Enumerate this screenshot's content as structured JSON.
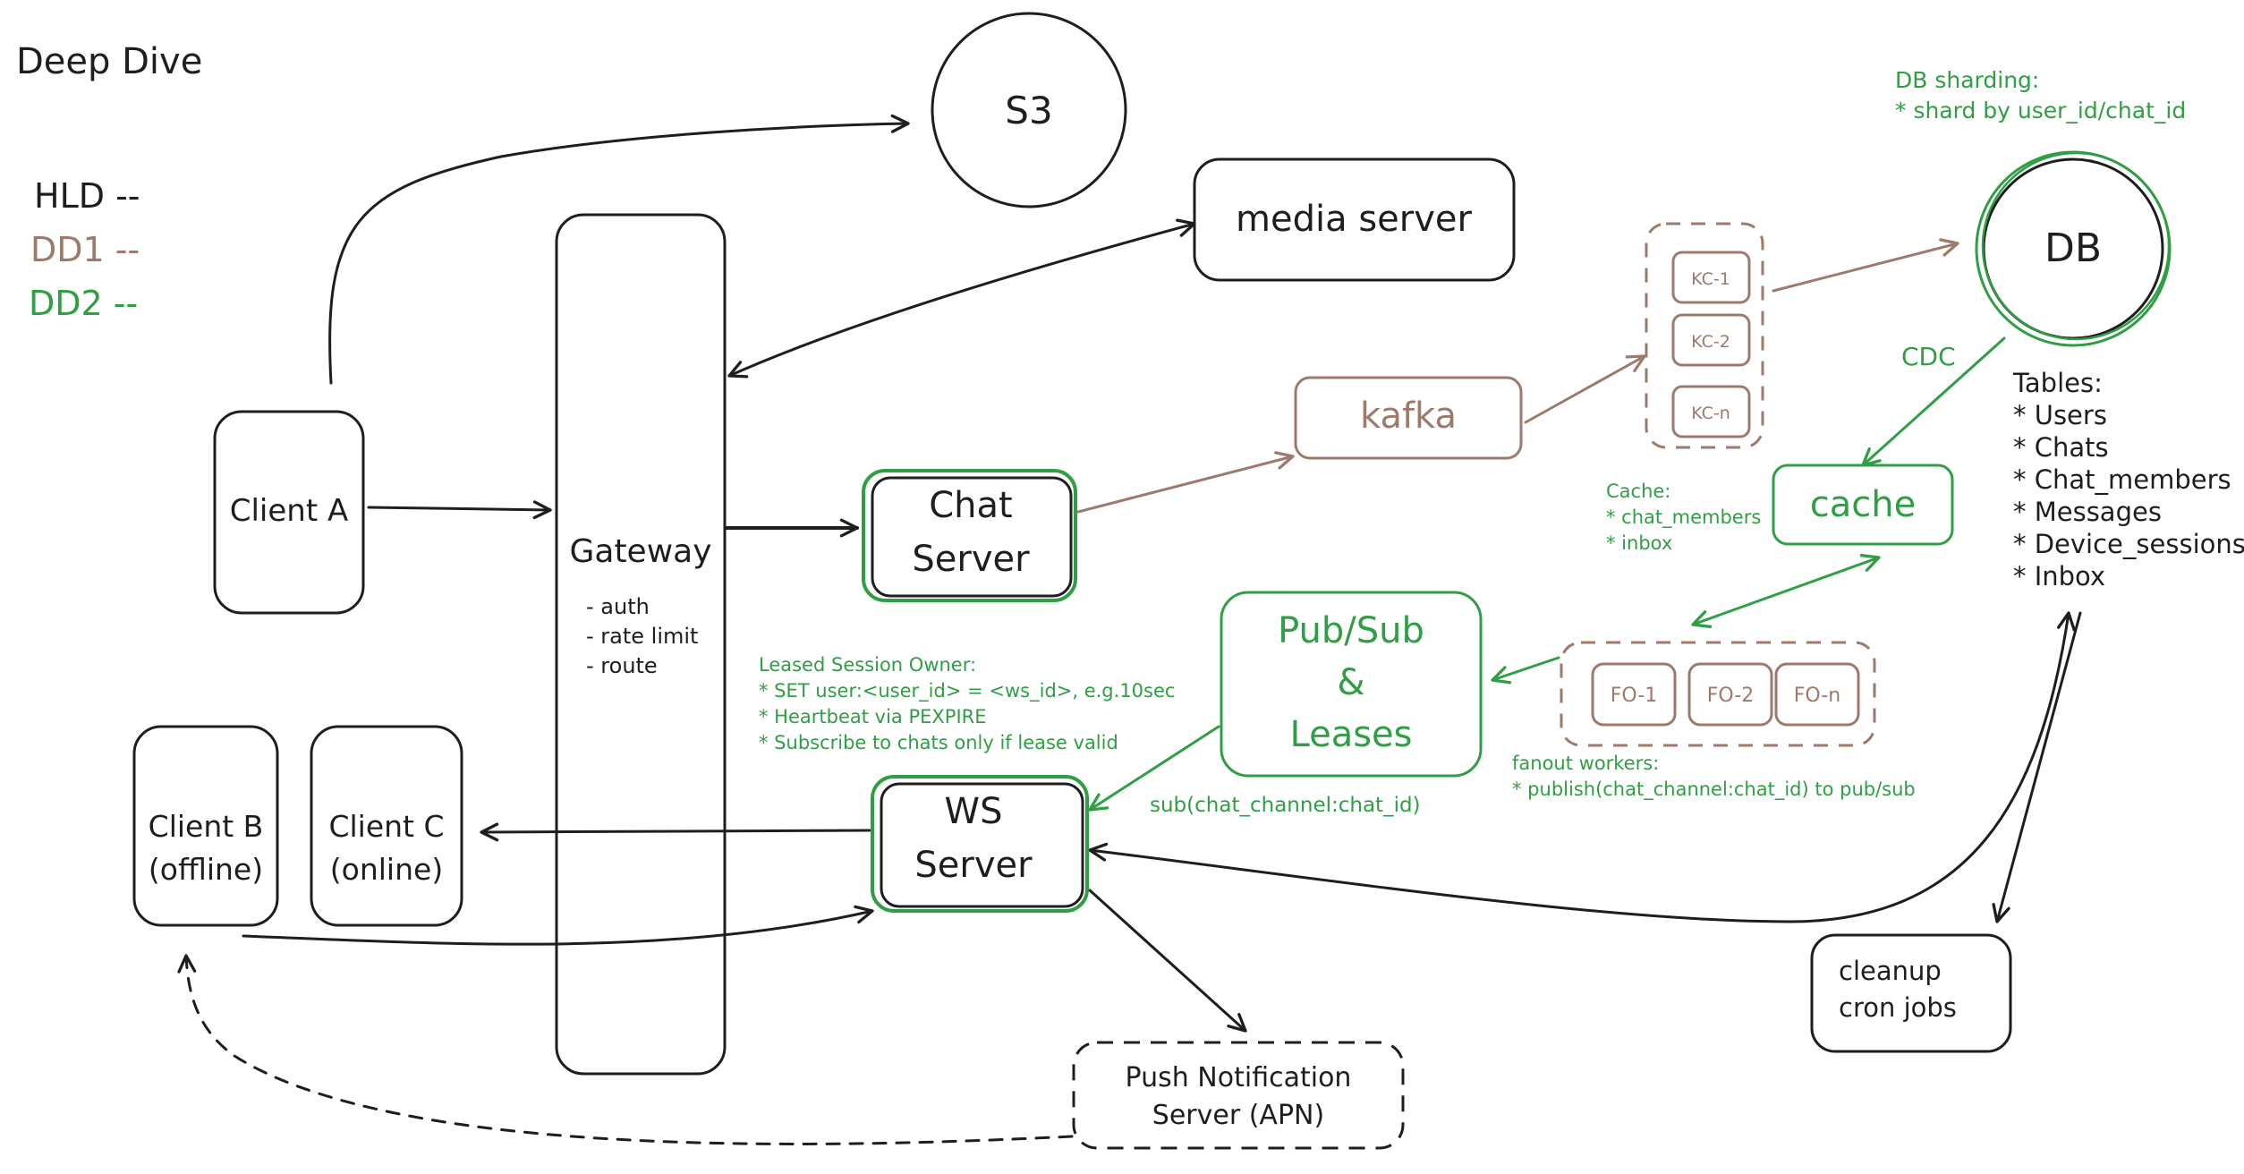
{
  "title": "Deep Dive",
  "legend": [
    {
      "label": "HLD --",
      "color": "#1e1e1e"
    },
    {
      "label": "DD1 --",
      "color": "#9c7a6c"
    },
    {
      "label": "DD2 --",
      "color": "#2f9e44"
    }
  ],
  "colors": {
    "hld": "#1e1e1e",
    "dd1": "#9c7a6c",
    "dd2": "#2f9e44"
  },
  "nodes": {
    "s3": "S3",
    "media_server": "media server",
    "gateway": "Gateway",
    "gateway_notes": [
      "- auth",
      "- rate limit",
      "- route"
    ],
    "client_a": "Client A",
    "client_b": [
      "Client B",
      "(offline)"
    ],
    "client_c": [
      "Client C",
      "(online)"
    ],
    "chat_server": [
      "Chat",
      "Server"
    ],
    "ws_server": [
      "WS",
      "Server"
    ],
    "kafka": "kafka",
    "kafka_consumers": [
      "KC-1",
      "KC-2",
      "KC-n"
    ],
    "db": "DB",
    "cache": "cache",
    "pubsub": [
      "Pub/Sub",
      "&",
      "Leases"
    ],
    "fanout_workers": [
      "FO-1",
      "FO-2",
      "FO-n"
    ],
    "push_notification": [
      "Push Notification",
      "Server (APN)"
    ],
    "cleanup": [
      "cleanup",
      "cron jobs"
    ]
  },
  "notes": {
    "db_sharding": [
      "DB sharding:",
      "* shard by user_id/chat_id"
    ],
    "tables": [
      "Tables:",
      "* Users",
      "* Chats",
      "* Chat_members",
      "* Messages",
      "* Device_sessions",
      "* Inbox"
    ],
    "cdc": "CDC",
    "cache_note": [
      "Cache:",
      "* chat_members",
      "* inbox"
    ],
    "leased_session": [
      "Leased Session Owner:",
      "* SET user:<user_id> = <ws_id>, e.g.10sec",
      "* Heartbeat via PEXPIRE",
      "* Subscribe to chats only if lease valid"
    ],
    "sub_channel": "sub(chat_channel:chat_id)",
    "fanout_note": [
      "fanout workers:",
      "* publish(chat_channel:chat_id) to pub/sub"
    ]
  }
}
